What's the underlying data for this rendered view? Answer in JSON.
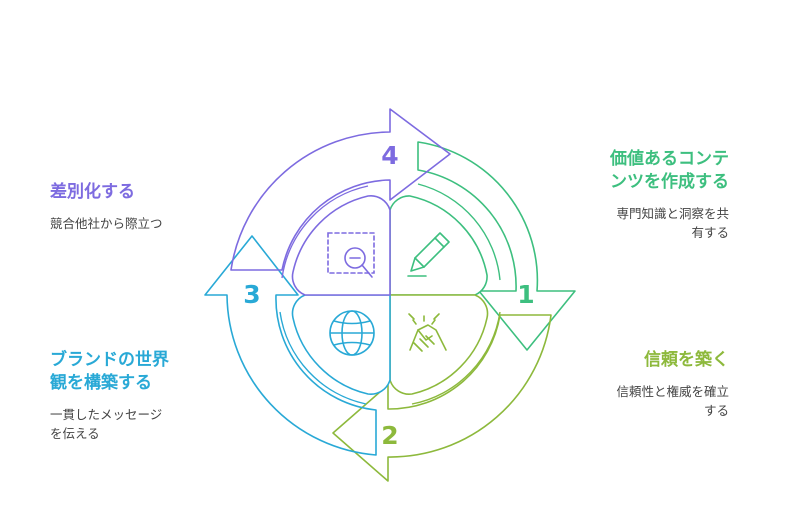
{
  "colors": {
    "green": "#3dbf7f",
    "lime": "#8db93c",
    "blue": "#29a9d6",
    "purple": "#7d6be0",
    "desc": "#444444"
  },
  "steps": [
    {
      "number": "1",
      "title_lines": [
        "価値あるコンテ",
        "ンツを作成する"
      ],
      "desc_lines": [
        "専門知識と洞察を共",
        "有する"
      ],
      "color": "#3dbf7f",
      "icon": "pen-icon"
    },
    {
      "number": "2",
      "title_lines": [
        "信頼を築く"
      ],
      "desc_lines": [
        "信頼性と権威を確立",
        "する"
      ],
      "color": "#8db93c",
      "icon": "handshake-icon"
    },
    {
      "number": "3",
      "title_lines": [
        "ブランドの世界",
        "観を構築する"
      ],
      "desc_lines": [
        "一貫したメッセージ",
        "を伝える"
      ],
      "color": "#29a9d6",
      "icon": "globe-icon"
    },
    {
      "number": "4",
      "title_lines": [
        "差別化する"
      ],
      "desc_lines": [
        "競合他社から際立つ"
      ],
      "color": "#7d6be0",
      "icon": "magnifier-icon"
    }
  ]
}
